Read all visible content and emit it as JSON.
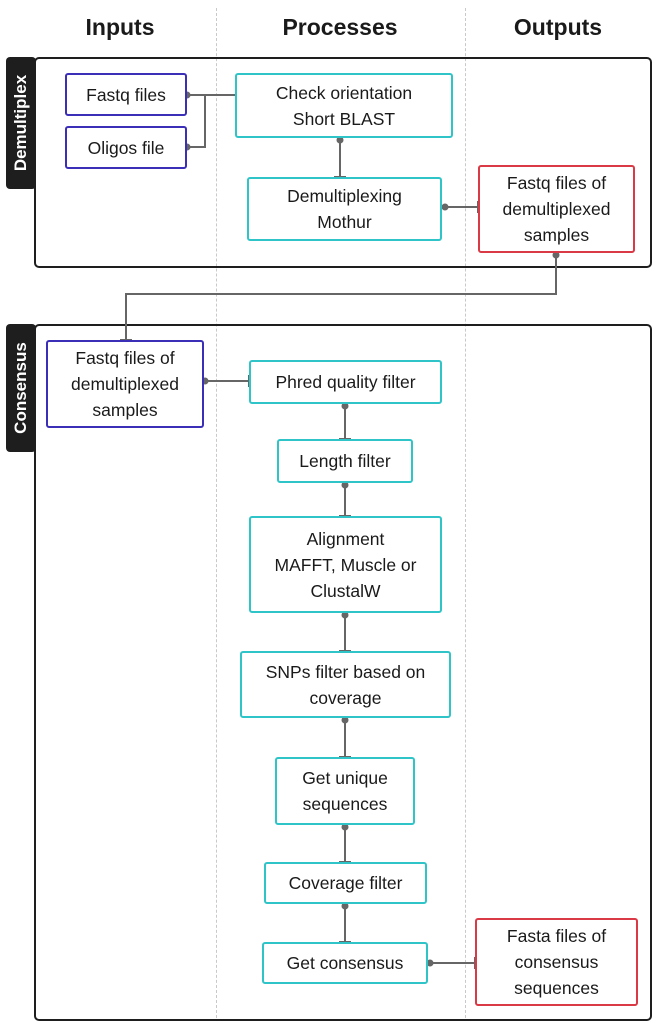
{
  "columns": {
    "inputs": "Inputs",
    "processes": "Processes",
    "outputs": "Outputs"
  },
  "lanes": {
    "demultiplex": "Demultiplex",
    "consensus": "Consensus"
  },
  "nodes": {
    "fastq_files": "Fastq files",
    "oligos_file": "Oligos file",
    "check_orientation": "Check orientation\nShort BLAST",
    "demultiplexing": "Demultiplexing\nMothur",
    "fastq_demux_out": "Fastq files of\ndemultiplexed\nsamples",
    "fastq_demux_in": "Fastq files of\ndemultiplexed\nsamples",
    "phred_filter": "Phred quality filter",
    "length_filter": "Length filter",
    "alignment": "Alignment\nMAFFT, Muscle or\nClustalW",
    "snps_filter": "SNPs filter based on\ncoverage",
    "unique_sequences": "Get unique\nsequences",
    "coverage_filter": "Coverage filter",
    "get_consensus": "Get consensus",
    "fasta_consensus": "Fasta files of\nconsensus\nsequences"
  },
  "colors": {
    "input_border": "#3b2fb8",
    "process_border": "#2ec4c8",
    "output_border": "#d93a45",
    "lane_border": "#1e1e1e",
    "connector": "#666666"
  }
}
